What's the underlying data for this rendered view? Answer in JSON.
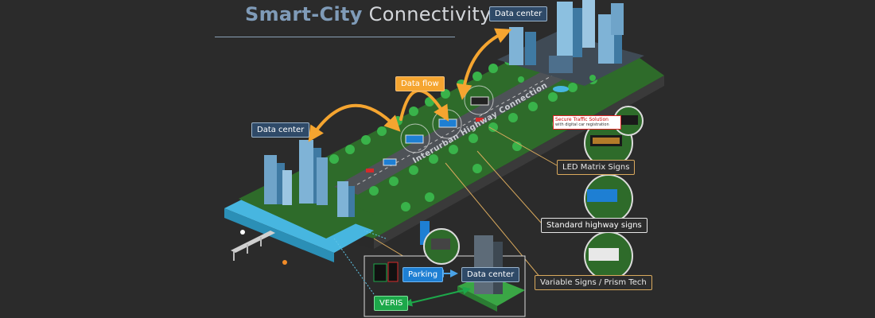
{
  "title": {
    "strong": "Smart-City",
    "light": "Connectivity"
  },
  "labels": {
    "data_center_top": "Data center",
    "data_center_left": "Data center",
    "data_center_bottom": "Data center",
    "data_flow": "Data flow",
    "parking": "Parking",
    "veris": "VERIS",
    "highway": "Interurban Highway Connection",
    "secure_title": "Secure Traffic Solution",
    "secure_sub": "with digital car registration"
  },
  "callouts": {
    "led": "LED Matrix Signs",
    "standard": "Standard highway signs",
    "variable": "Variable Signs / Prism Tech"
  },
  "colors": {
    "background": "#2b2b2b",
    "flow_arrow": "#f5a530",
    "parking": "#1e7fd3",
    "veris": "#1da84a",
    "connector": "#d9a95d"
  }
}
